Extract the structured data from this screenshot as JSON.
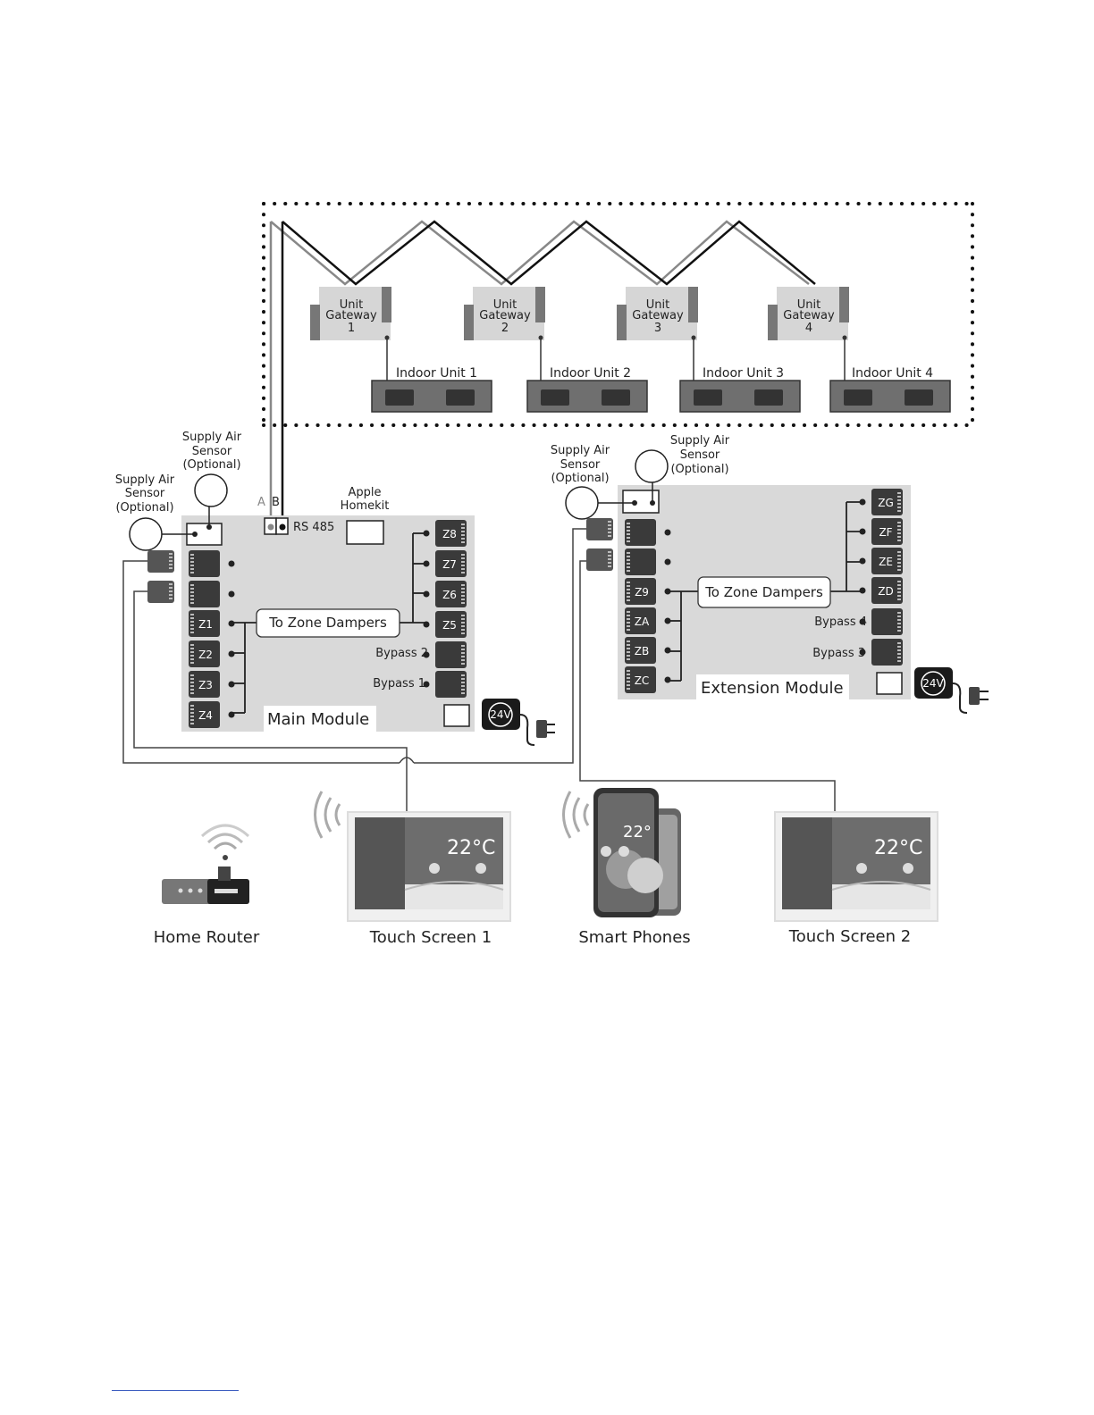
{
  "gateways": [
    {
      "label": "Unit Gateway",
      "num": "1"
    },
    {
      "label": "Unit Gateway",
      "num": "2"
    },
    {
      "label": "Unit Gateway",
      "num": "3"
    },
    {
      "label": "Unit Gateway",
      "num": "4"
    }
  ],
  "gateway_line1": "Unit",
  "gateway_line2": "Gateway",
  "indoor_units": [
    "Indoor Unit 1",
    "Indoor Unit 2",
    "Indoor Unit 3",
    "Indoor Unit 4"
  ],
  "main_module": {
    "title": "Main Module",
    "rs485": "RS 485",
    "a_label": "A",
    "b_label": "B",
    "apple": [
      "Apple",
      "Homekit"
    ],
    "to_zone_dampers": "To Zone Dampers",
    "left_ports": [
      "Z1",
      "Z2",
      "Z3",
      "Z4"
    ],
    "right_ports": [
      "Z8",
      "Z7",
      "Z6",
      "Z5"
    ],
    "bypass": [
      "Bypass 2",
      "Bypass 1"
    ],
    "power": "24V"
  },
  "extension_module": {
    "title": "Extension Module",
    "to_zone_dampers": "To Zone Dampers",
    "left_ports": [
      "Z9",
      "ZA",
      "ZB",
      "ZC"
    ],
    "right_ports": [
      "ZG",
      "ZF",
      "ZE",
      "ZD"
    ],
    "bypass": [
      "Bypass 4",
      "Bypass 3"
    ],
    "power": "24V"
  },
  "sensor_label": [
    "Supply Air",
    "Sensor",
    "(Optional)"
  ],
  "devices": {
    "router": "Home Router",
    "touch1": "Touch Screen 1",
    "phones": "Smart Phones",
    "touch2": "Touch Screen 2",
    "temp": "22°C",
    "phone_temp": "22°"
  }
}
